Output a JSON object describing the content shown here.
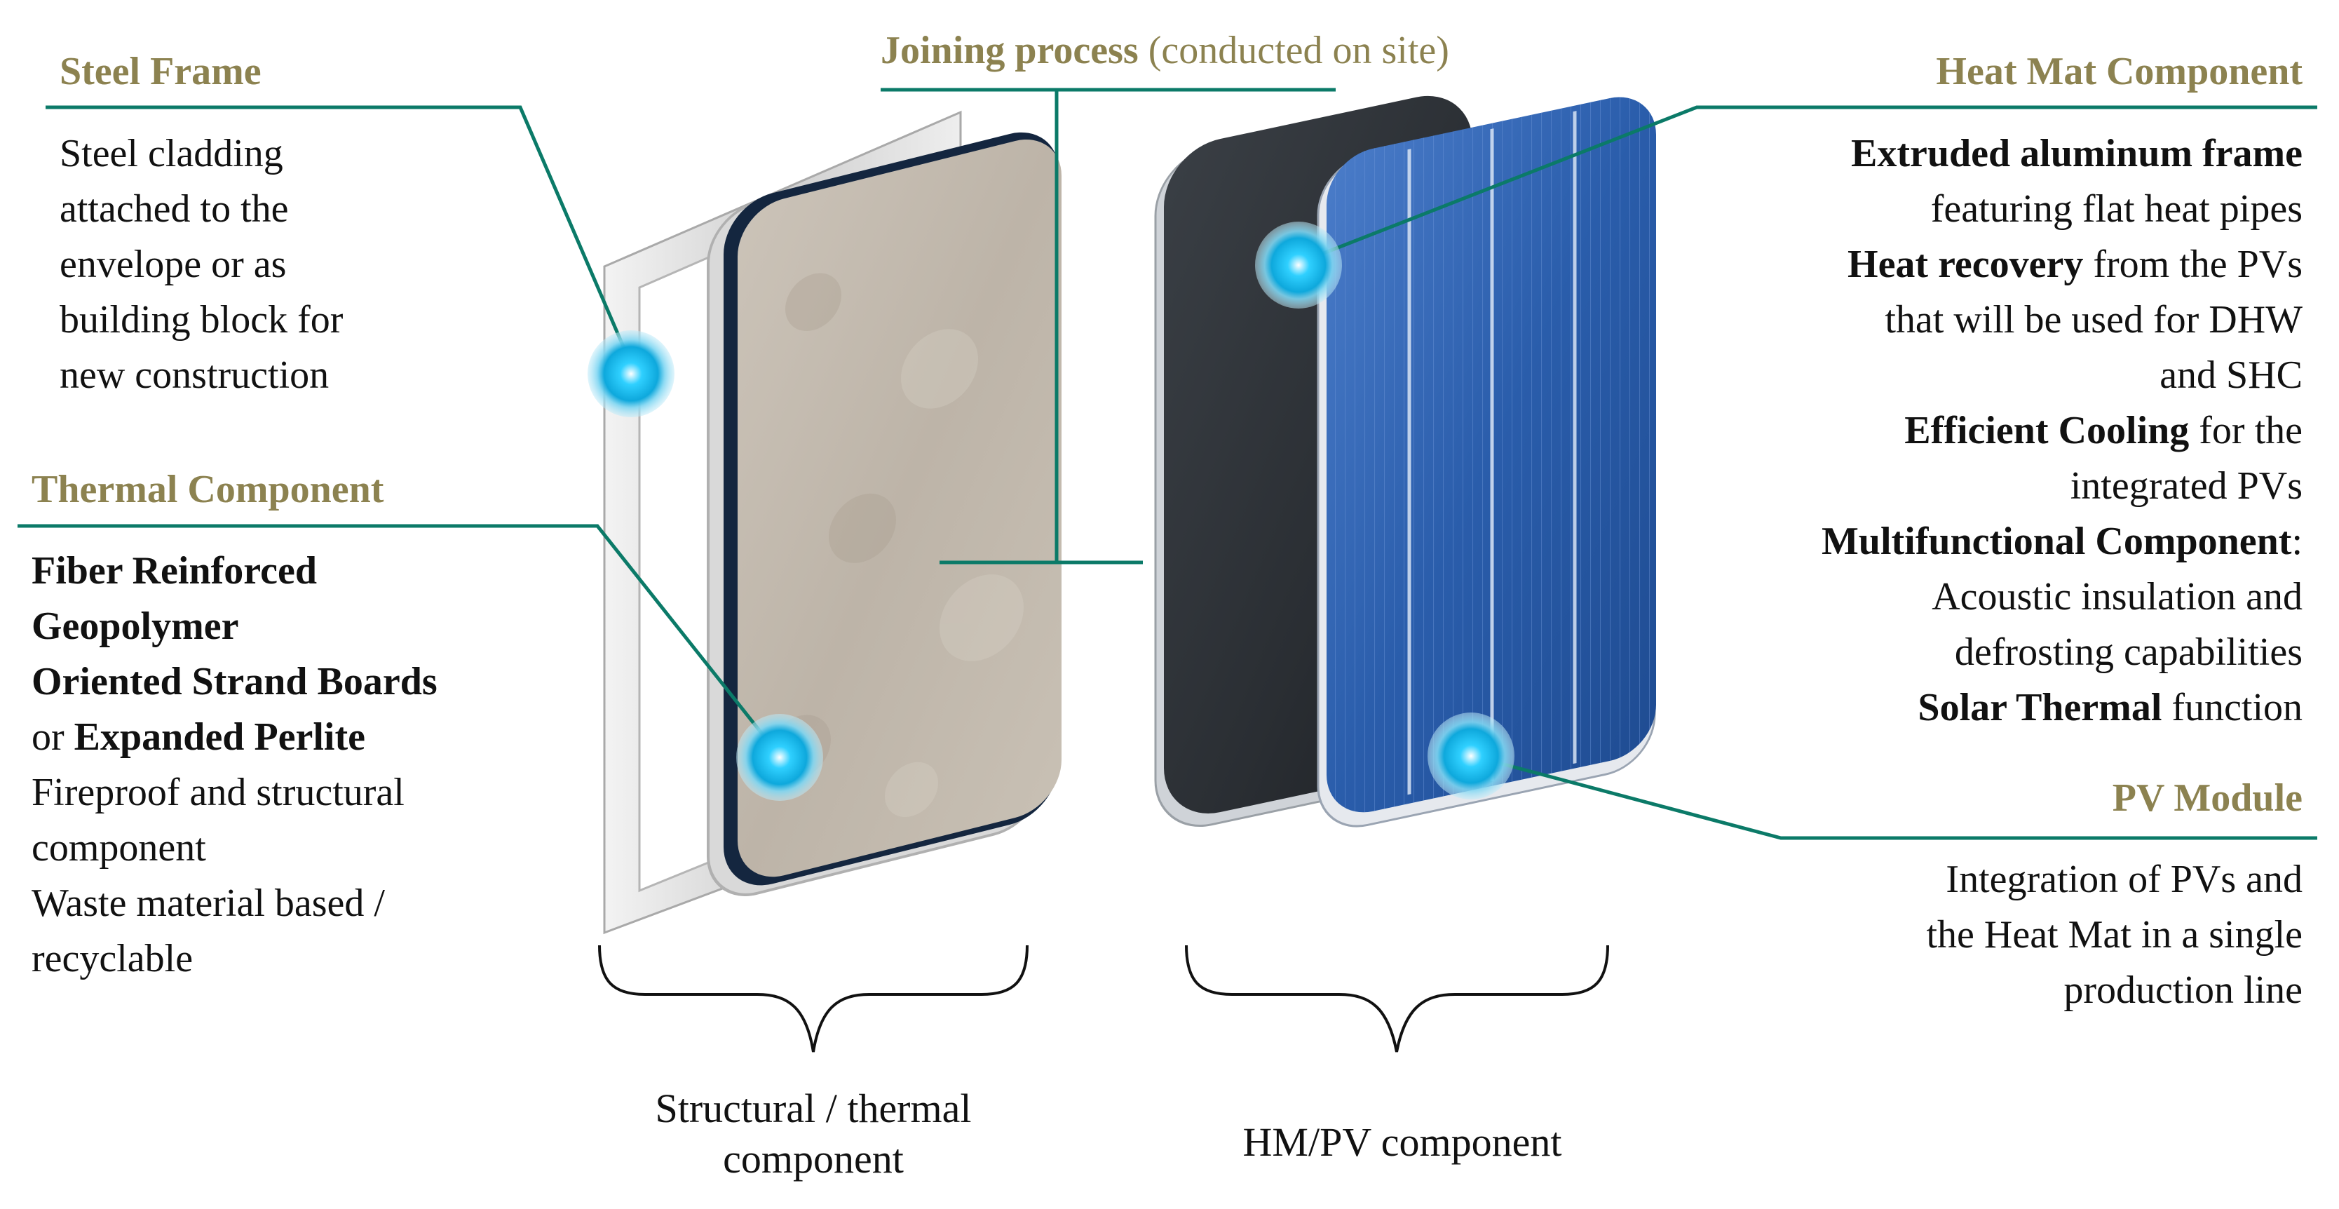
{
  "steel_frame": {
    "title": "Steel Frame",
    "lines": [
      "Steel cladding",
      "attached to the",
      "envelope or as",
      "building block for",
      "new construction"
    ]
  },
  "thermal_component": {
    "title": "Thermal Component",
    "line1": "Fiber Reinforced",
    "line2": "Geopolymer",
    "line3": "Oriented Strand Boards",
    "line4_pre": "or ",
    "line4_bold": "Expanded Perlite",
    "line5": "Fireproof and structural",
    "line6": "component",
    "line7": "Waste material based /",
    "line8": "recyclable"
  },
  "joining": {
    "title": "Joining process",
    "subtitle": "(conducted on site)"
  },
  "heat_mat": {
    "title": "Heat Mat Component",
    "l1_bold": "Extruded aluminum frame",
    "l2": "featuring flat heat pipes",
    "l3_bold": "Heat recovery",
    "l3_rest": " from the PVs",
    "l4": "that will be used for DHW",
    "l5": "and SHC",
    "l6_bold": "Efficient Cooling",
    "l6_rest": " for the",
    "l7": "integrated PVs",
    "l8_bold": "Multifunctional Component",
    "l8_rest": ":",
    "l9": "Acoustic insulation and",
    "l10": "defrosting capabilities",
    "l11_bold": "Solar Thermal",
    "l11_rest": " function"
  },
  "pv_module": {
    "title": "PV Module",
    "lines": [
      "Integration of PVs and",
      "the Heat Mat in a single",
      "production line"
    ]
  },
  "captions": {
    "structural_line1": "Structural / thermal",
    "structural_line2": "component",
    "hmpv": "HM/PV component"
  },
  "colors": {
    "leader_line": "#0b7a68",
    "title_text": "#8c8250",
    "marker": "#14b8e6",
    "pv_blue": "#2a5dab",
    "stone": "#c2b8ac"
  }
}
